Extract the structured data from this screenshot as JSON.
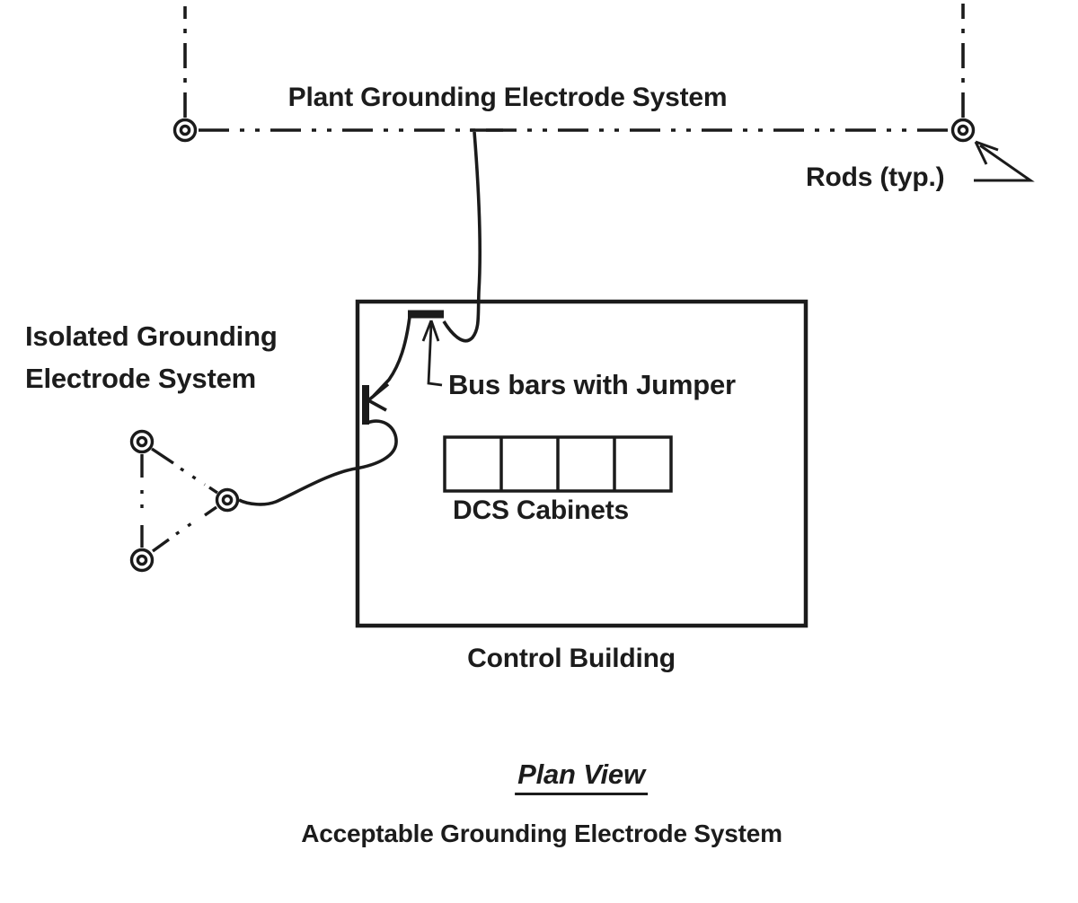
{
  "diagram": {
    "title": "Acceptable Grounding Electrode System",
    "view": "Plan View",
    "labels": {
      "plant_system": "Plant Grounding Electrode System",
      "rods_typ": "Rods (typ.)",
      "isolated_system": "Isolated Grounding\nElectrode System",
      "bus_bars": "Bus bars with Jumper",
      "dcs_cabinets": "DCS Cabinets",
      "control_building": "Control Building",
      "plan_view": "Plan View",
      "caption": "Acceptable Grounding Electrode System"
    },
    "counts": {
      "plant_ground_rods": 2,
      "isolated_ground_rods": 3,
      "dcs_cabinet_cells": 4
    },
    "colors": {
      "line": "#1b1b1b",
      "text": "#1c1c1c",
      "background": "#ffffff"
    }
  }
}
